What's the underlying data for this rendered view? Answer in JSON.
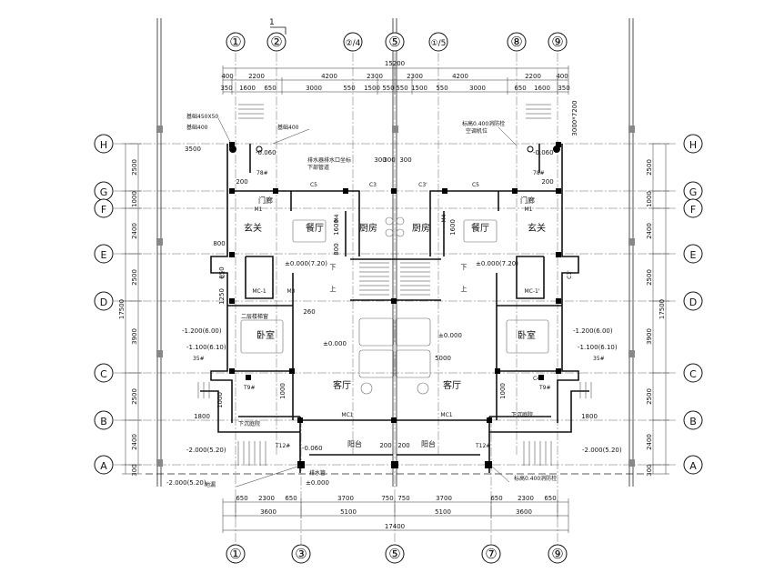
{
  "axes": {
    "top": [
      "①",
      "②",
      "②/4",
      "⑤",
      "①/5",
      "⑧",
      "⑨"
    ],
    "bottom": [
      "①",
      "③",
      "⑤",
      "⑦",
      "⑨"
    ],
    "rows": [
      "H",
      "G",
      "F",
      "E",
      "D",
      "C",
      "B",
      "A"
    ],
    "section_mark": "1"
  },
  "dims": {
    "top_total": "15200",
    "top_row1": [
      "400",
      "2200",
      "4200",
      "2300",
      "2300",
      "4200",
      "2200",
      "400"
    ],
    "top_row2": [
      "350",
      "1600",
      "650",
      "3000",
      "550",
      "1500",
      "550",
      "550",
      "1500",
      "550",
      "3000",
      "650",
      "1600",
      "350"
    ],
    "bottom_row1": [
      "650",
      "2300",
      "650",
      "3700",
      "750",
      "750",
      "3700",
      "650",
      "2300",
      "650"
    ],
    "bottom_row2": [
      "3600",
      "5100",
      "5100",
      "3600"
    ],
    "bottom_total": "17400",
    "left_outer": [
      "2500",
      "1000",
      "2400",
      "2500",
      "3900",
      "2500",
      "2400",
      "300"
    ],
    "left_total": "17500",
    "right_outer": [
      "2500",
      "1000",
      "2400",
      "2500",
      "3900",
      "2500",
      "2400",
      "300"
    ],
    "right_total": "17500",
    "misc": [
      "3500",
      "1250",
      "650",
      "800",
      "1600",
      "800",
      "1600",
      "1800",
      "1800",
      "1000",
      "300",
      "3000",
      "5000",
      "260",
      "200",
      "200",
      "300",
      "300",
      "1000",
      "1000",
      "200",
      "200"
    ]
  },
  "rooms": {
    "dining": "餐厅",
    "kitchen": "厨房",
    "foyer": "玄关",
    "bedroom": "卧室",
    "living": "客厅",
    "balcony": "阳台",
    "vestibule": "门廊",
    "down": "下",
    "up": "上"
  },
  "tags": {
    "c5": "C5",
    "c3": "C3",
    "c3p": "C3'",
    "c1": "C1",
    "c1p": "C1'",
    "c4": "C4",
    "m1": "M1",
    "m3": "M3",
    "m4": "M4",
    "mc1": "MC1",
    "mc1p": "MC-1",
    "mc1pp": "MC-1'"
  },
  "levels": {
    "l1": "±0.000",
    "l2": "±0.000(7.20)",
    "l3": "-1.200(6.00)",
    "l4": "-1.100(6.10)",
    "l5": "-2.000(5.20)",
    "l6": "-0.060",
    "l7": "-0.060",
    "l8": "±0.000"
  },
  "notes": {
    "n1": "基础450X50",
    "n2": "基础400",
    "n3": "标高0.400消防栓",
    "n4": "排水器排水口坐标",
    "n5": "下部管道",
    "n6": "空调机位",
    "n7": "二层楼梯窗",
    "n8": "下沉庭院",
    "n9": "标高0.400消防栓",
    "n10": "地漏",
    "n11": "排水管",
    "n12": "3000*7200",
    "n13": "下沉庭院",
    "n14": "78#",
    "n15": "78#",
    "n16": "T9#",
    "n17": "T9#",
    "n18": "T12#",
    "n19": "T12#",
    "n20": "35#",
    "n21": "35#"
  },
  "colors": {
    "line": "#111111",
    "grid": "#555555",
    "column": "#000000",
    "panel": "#888888"
  }
}
